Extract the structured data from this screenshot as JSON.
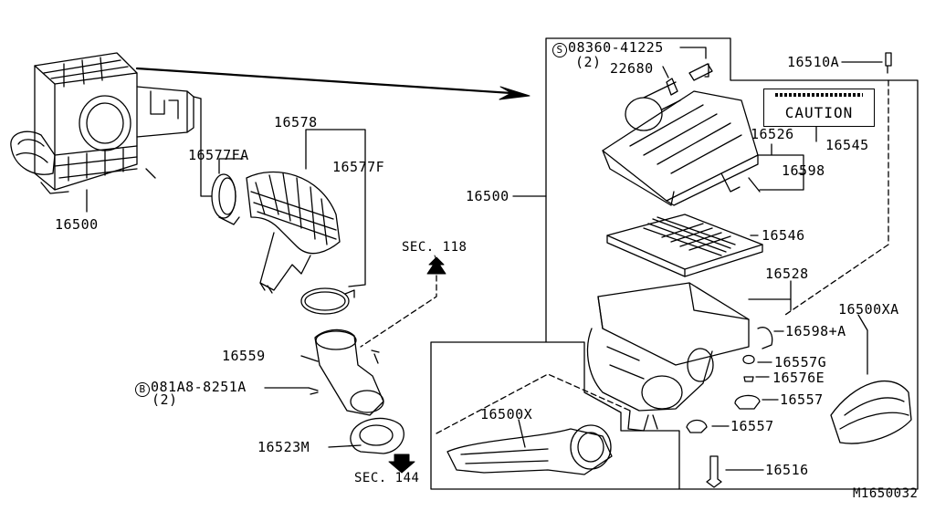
{
  "diagram": {
    "part_labels": {
      "p16500_left": "16500",
      "p16577FA": "16577FA",
      "p16578": "16578",
      "p16577F": "16577F",
      "sec118": "SEC. 118",
      "p16559": "16559",
      "bolt_b": "081A8-8251A",
      "bolt_b_qty": "(2)",
      "p16523M": "16523M",
      "sec144": "SEC. 144",
      "screw_s": "08360-41225",
      "screw_s_qty": "(2)",
      "p22680": "22680",
      "p16510A": "16510A",
      "p16545": "16545",
      "p16526": "16526",
      "p16598": "16598",
      "p16500_box": "16500",
      "p16546": "16546",
      "p16528": "16528",
      "p16500XA": "16500XA",
      "p16598A": "16598+A",
      "p16557G": "16557G",
      "p16576E": "16576E",
      "p16557a": "16557",
      "p16557b": "16557",
      "p16500X": "16500X",
      "p16516": "16516"
    },
    "prefix_s": "S",
    "prefix_b": "B",
    "caution_label": "CAUTION",
    "diagram_code": "M1650032"
  }
}
